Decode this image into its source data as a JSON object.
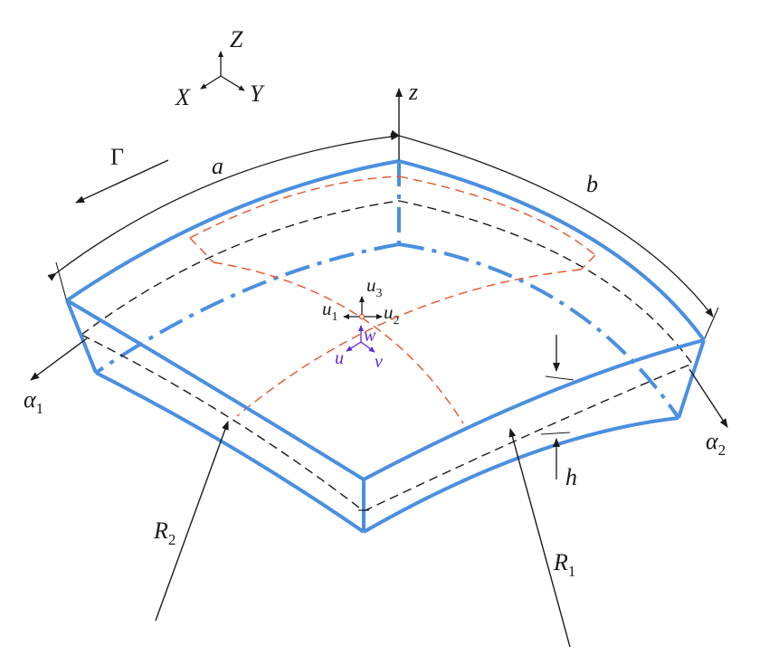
{
  "colors": {
    "shell_edge": "#4a8fe0",
    "midsurface": "#1a1a1a",
    "fiber_lines": "#e8542a",
    "local_axes": "#5a2bd6",
    "ink": "#1a1a1a"
  },
  "global_axes": {
    "z": "Z",
    "x": "X",
    "y": "Y"
  },
  "labels": {
    "z_local": "z",
    "gamma": "Γ",
    "arc_a": "a",
    "arc_b": "b",
    "thickness": "h",
    "alpha1": "α",
    "alpha1_sub": "1",
    "alpha2": "α",
    "alpha2_sub": "2",
    "r1": "R",
    "r1_sub": "1",
    "r2": "R",
    "r2_sub": "2"
  },
  "displacements": {
    "u1": "u",
    "u1_sub": "1",
    "u2": "u",
    "u2_sub": "2",
    "u3": "u",
    "u3_sub": "3",
    "u": "u",
    "v": "v",
    "w": "w"
  }
}
